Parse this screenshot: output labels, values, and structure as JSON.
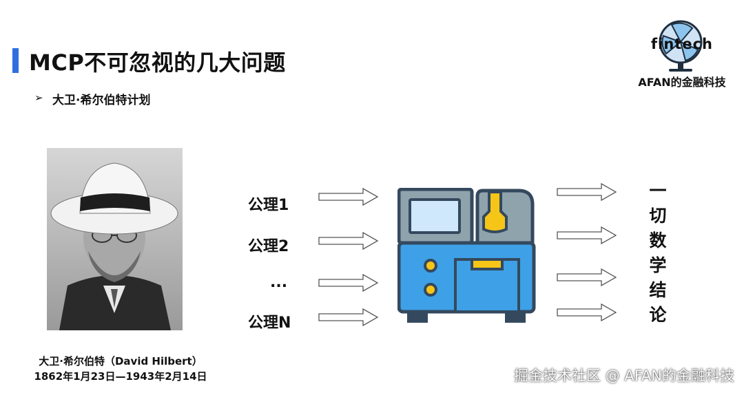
{
  "slide": {
    "title": "MCP不可忽视的几大问题",
    "bullet": "大卫·希尔伯特计划"
  },
  "logo": {
    "name": "fintech",
    "subtitle": "AFAN的金融科技"
  },
  "portrait": {
    "caption_line1": "大卫·希尔伯特（David Hilbert）",
    "caption_line2": "1862年1月23日—1943年2月14日"
  },
  "diagram": {
    "inputs": [
      "公理1",
      "公理2",
      "...",
      "公理N"
    ],
    "output_chars": [
      "一",
      "切",
      "数",
      "学",
      "结",
      "论"
    ]
  },
  "colors": {
    "accent_bar": "#2f6fe0",
    "machine_body": "#3ea0e6",
    "machine_outline": "#34495e",
    "machine_screen": "#cfe8fb",
    "nozzle": "#f5c518"
  },
  "watermark": "掘金技术社区 @ AFAN的金融科技"
}
